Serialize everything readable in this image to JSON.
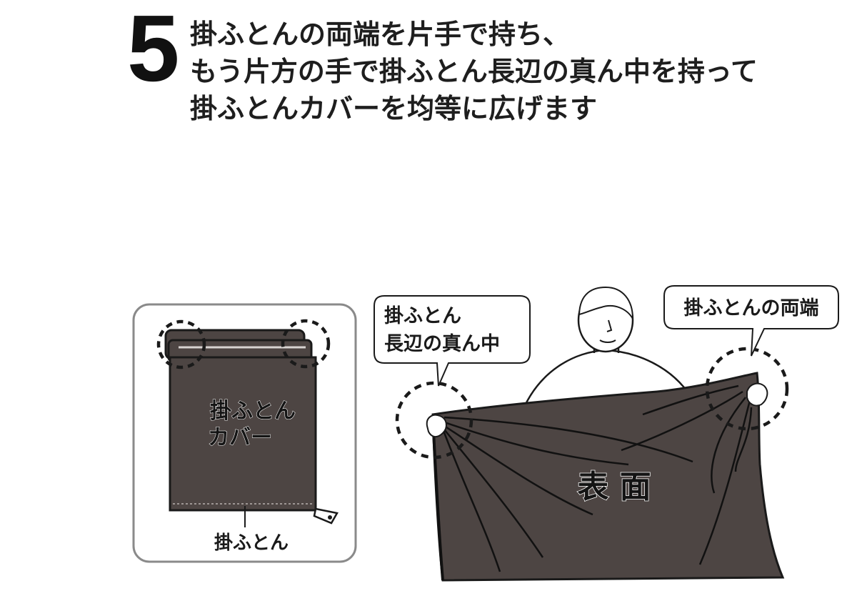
{
  "step": {
    "number": "5",
    "lines": [
      "掛ふとんの両端を片手で持ち、",
      "もう片方の手で掛ふとん長辺の真ん中を持って",
      "掛ふとんカバーを均等に広げます"
    ]
  },
  "inset": {
    "cover_label": [
      "掛ふとん",
      "カバー"
    ],
    "futon_label": "掛ふとん"
  },
  "callouts": {
    "middle": [
      "掛ふとん",
      "長辺の真ん中"
    ],
    "ends": "掛ふとんの両端"
  },
  "surface_label": "表 面",
  "colors": {
    "fabric": "#4d4543",
    "outline": "#1a1a1a",
    "frame": "#8a8a8a"
  }
}
